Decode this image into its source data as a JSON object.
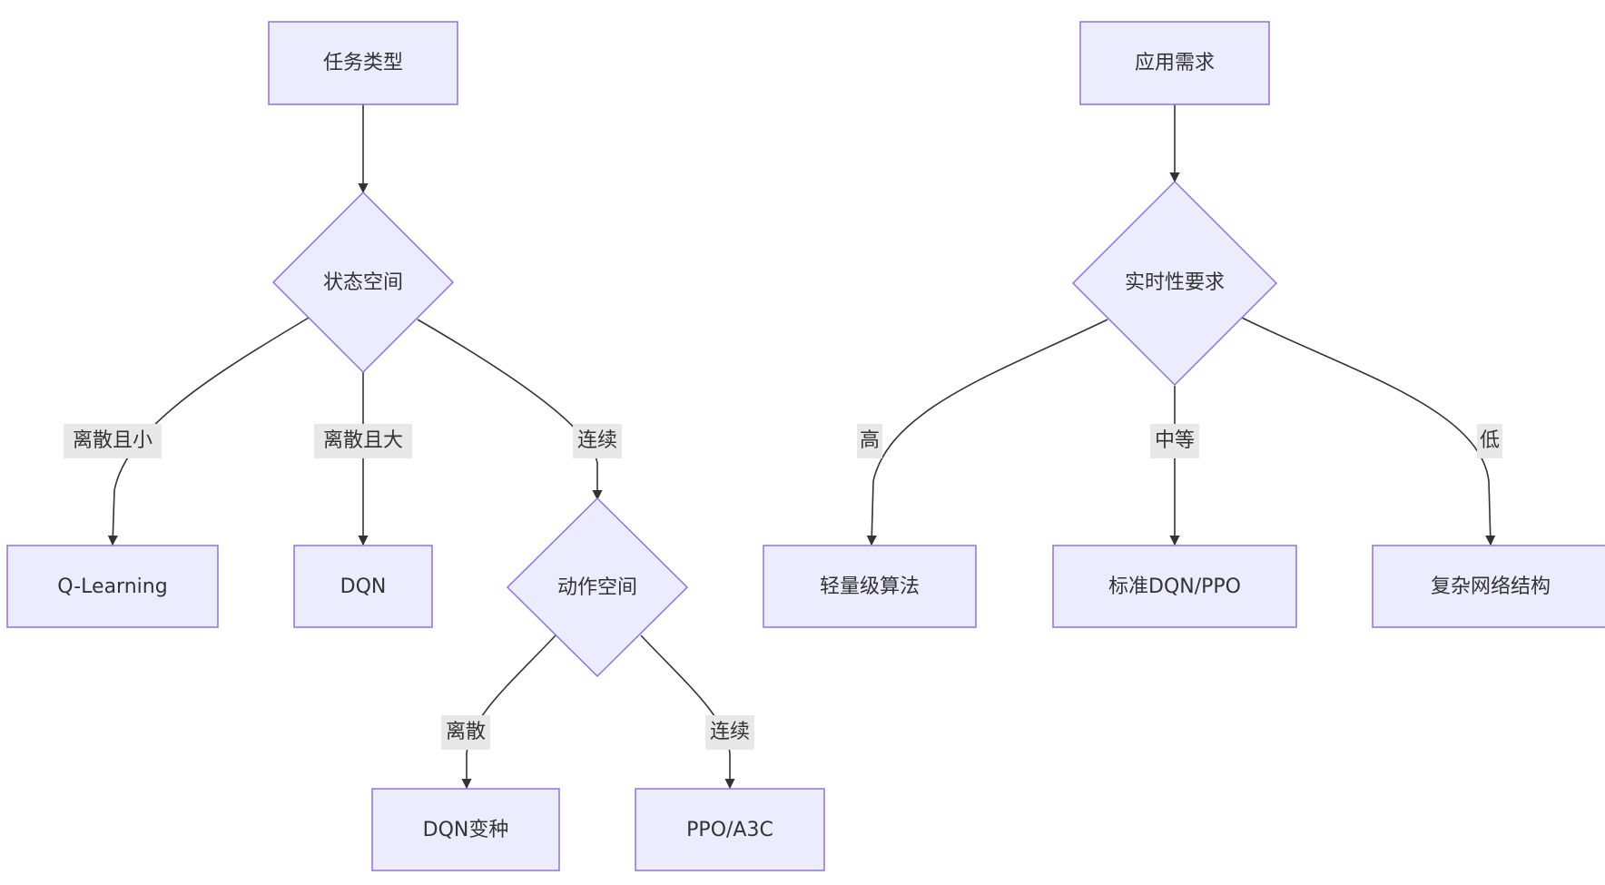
{
  "flowcharts": [
    {
      "id": "task",
      "nodes": {
        "task_type": "任务类型",
        "state_space": "状态空间",
        "q_learning": "Q-Learning",
        "dqn": "DQN",
        "action_space": "动作空间",
        "dqn_variant": "DQN变种",
        "ppo_a3c": "PPO/A3C"
      },
      "edge_labels": {
        "discrete_small": "离散且小",
        "discrete_large": "离散且大",
        "continuous": "连续",
        "discrete": "离散",
        "continuous_action": "连续"
      }
    },
    {
      "id": "app",
      "nodes": {
        "app_needs": "应用需求",
        "realtime": "实时性要求",
        "lightweight": "轻量级算法",
        "standard": "标准DQN/PPO",
        "complex": "复杂网络结构"
      },
      "edge_labels": {
        "high": "高",
        "medium": "中等",
        "low": "低"
      }
    }
  ],
  "colors": {
    "node_fill": "#ececff",
    "node_stroke": "#9370db",
    "edge": "#333333",
    "edge_label_bg": "#e8e8e8",
    "text": "#333333"
  }
}
